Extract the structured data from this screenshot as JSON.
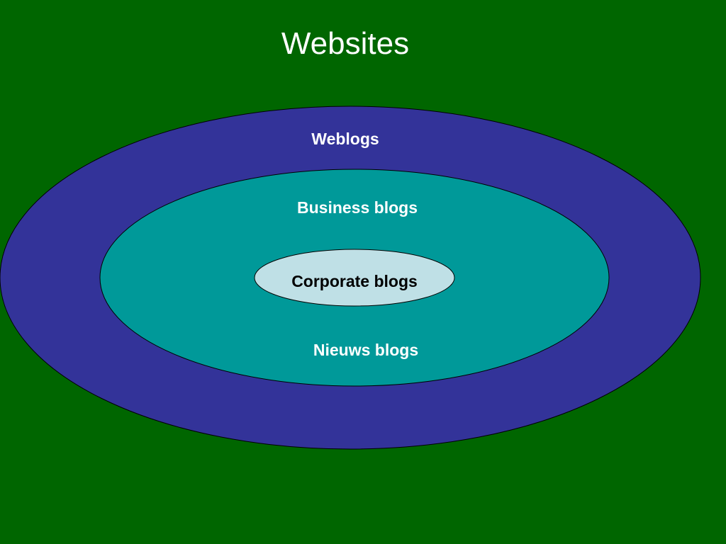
{
  "title": "Websites",
  "diagram": {
    "outer_label": "Weblogs",
    "middle_label_top": "Business blogs",
    "middle_label_bottom": "Nieuws blogs",
    "inner_label": "Corporate blogs"
  },
  "colors": {
    "background": "#006600",
    "outer_ellipse": "#333399",
    "middle_ellipse": "#009999",
    "inner_ellipse": "#bfe0e6",
    "outline": "#000000",
    "light_text": "#ffffff",
    "dark_text": "#000000"
  }
}
